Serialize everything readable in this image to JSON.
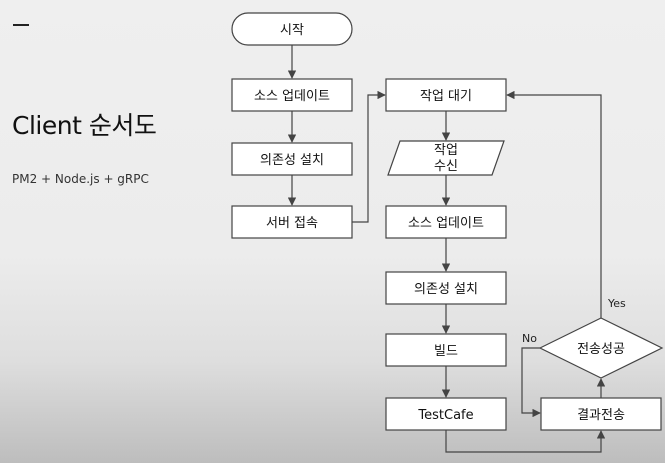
{
  "slide": {
    "title": "Client 순서도",
    "subtitle": "PM2 + Node.js + gRPC"
  },
  "flow": {
    "start": "시작",
    "source_update_1": "소스 업데이트",
    "deps_install_1": "의존성 설치",
    "server_connect": "서버 접속",
    "wait_task": "작업 대기",
    "receive_task_line1": "작업",
    "receive_task_line2": "수신",
    "source_update_2": "소스 업데이트",
    "deps_install_2": "의존성 설치",
    "build": "빌드",
    "testcafe": "TestCafe",
    "send_result": "결과전송",
    "send_success": "전송성공",
    "yes_label": "Yes",
    "no_label": "No"
  }
}
